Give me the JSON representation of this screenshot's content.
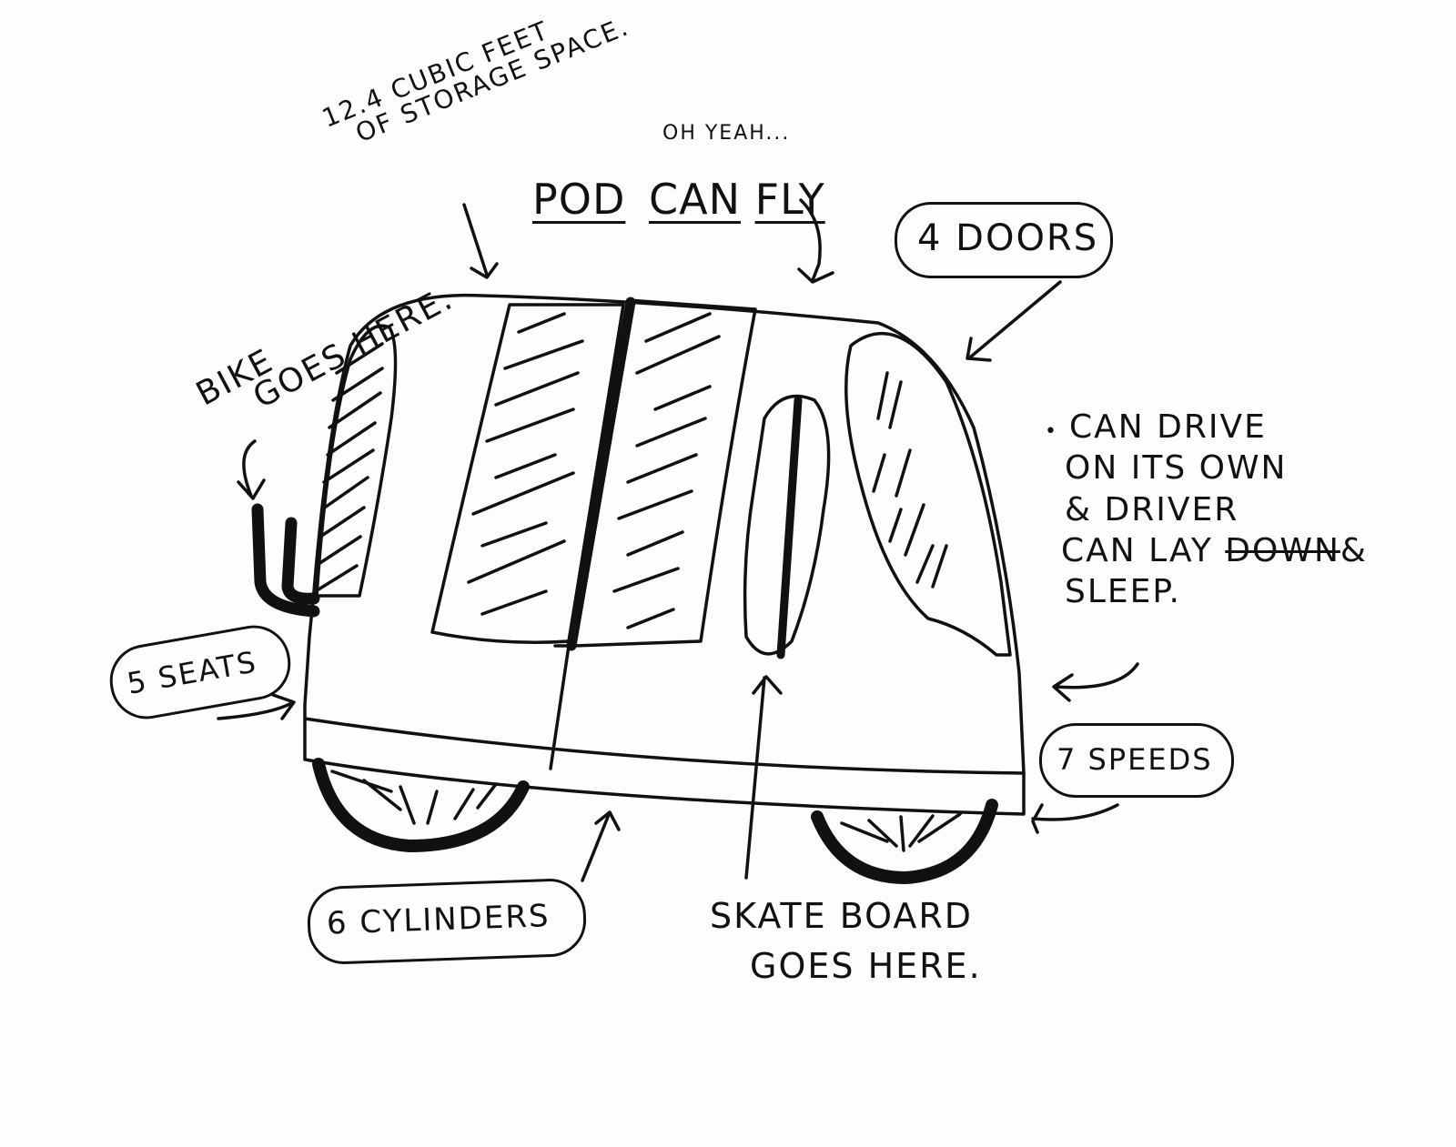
{
  "annotations": {
    "storage_line1": "12.4 CUBIC FEET",
    "storage_line2": "OF STORAGE SPACE.",
    "oh_yeah": "OH YEAH...",
    "pod_can_fly": {
      "pod": "POD",
      "can": "CAN",
      "fly": "FLY"
    },
    "four_doors": "4 DOORS",
    "bike_line1": "BIKE",
    "bike_line2": "GOES HERE.",
    "self_driving": {
      "bullet": "•",
      "line1": "CAN DRIVE",
      "line2": "ON ITS OWN",
      "line3": "& DRIVER",
      "line4_a": "CAN LAY",
      "line4_struck": "DOWN",
      "line4_b": "&",
      "line5": "SLEEP."
    },
    "five_seats": "5 SEATS",
    "seven_speeds": "7 SPEEDS",
    "six_cylinders": "6 CYLINDERS",
    "skateboard_line1": "SKATE BOARD",
    "skateboard_line2": "GOES HERE."
  },
  "colors": {
    "ink": "#111111",
    "paper": "#fdfdfd"
  }
}
